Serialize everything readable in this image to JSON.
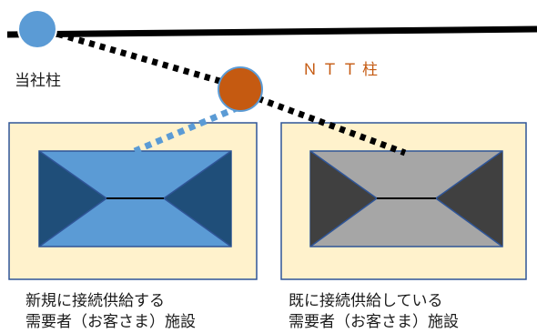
{
  "labels": {
    "own_pole": "当社柱",
    "ntt_pole": "ＮＴＴ柱",
    "new_facility_line1": "新規に接続供給する",
    "new_facility_line2": "需要者（お客さま）施設",
    "existing_facility_line1": "既に接続供給している",
    "existing_facility_line2": "需要者（お客さま）施設"
  },
  "colors": {
    "own_pole": "#5b9bd5",
    "ntt_pole": "#c55a11",
    "facility_bg": "#fff2cc",
    "new_roof_light": "#5b9bd5",
    "new_roof_dark": "#1f4e79",
    "existing_roof_light": "#a6a6a6",
    "existing_roof_dark": "#404040",
    "main_line": "#000000",
    "service_drop_new": "#5b9bd5",
    "service_drop_existing": "#000000"
  }
}
